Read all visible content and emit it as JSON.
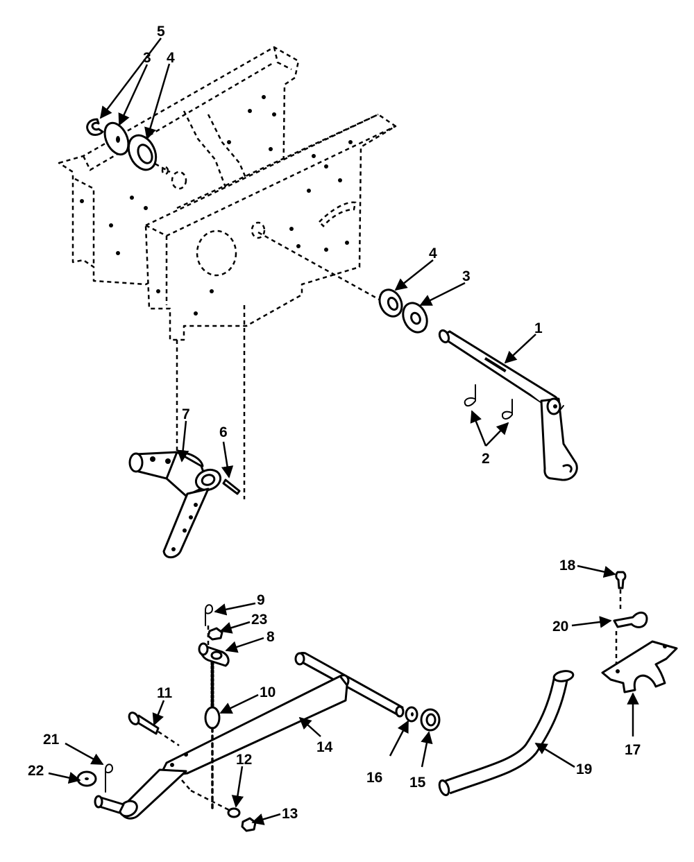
{
  "diagram": {
    "callouts": [
      {
        "id": "c5",
        "text": "5"
      },
      {
        "id": "c3a",
        "text": "3"
      },
      {
        "id": "c4a",
        "text": "4"
      },
      {
        "id": "c4b",
        "text": "4"
      },
      {
        "id": "c3b",
        "text": "3"
      },
      {
        "id": "c1",
        "text": "1"
      },
      {
        "id": "c2",
        "text": "2"
      },
      {
        "id": "c7",
        "text": "7"
      },
      {
        "id": "c6",
        "text": "6"
      },
      {
        "id": "c18",
        "text": "18"
      },
      {
        "id": "c20",
        "text": "20"
      },
      {
        "id": "c17",
        "text": "17"
      },
      {
        "id": "c19",
        "text": "19"
      },
      {
        "id": "c9",
        "text": "9"
      },
      {
        "id": "c23",
        "text": "23"
      },
      {
        "id": "c8",
        "text": "8"
      },
      {
        "id": "c10",
        "text": "10"
      },
      {
        "id": "c11",
        "text": "11"
      },
      {
        "id": "c14",
        "text": "14"
      },
      {
        "id": "c21",
        "text": "21"
      },
      {
        "id": "c22",
        "text": "22"
      },
      {
        "id": "c12",
        "text": "12"
      },
      {
        "id": "c13",
        "text": "13"
      },
      {
        "id": "c16",
        "text": "16"
      },
      {
        "id": "c15",
        "text": "15"
      }
    ]
  }
}
